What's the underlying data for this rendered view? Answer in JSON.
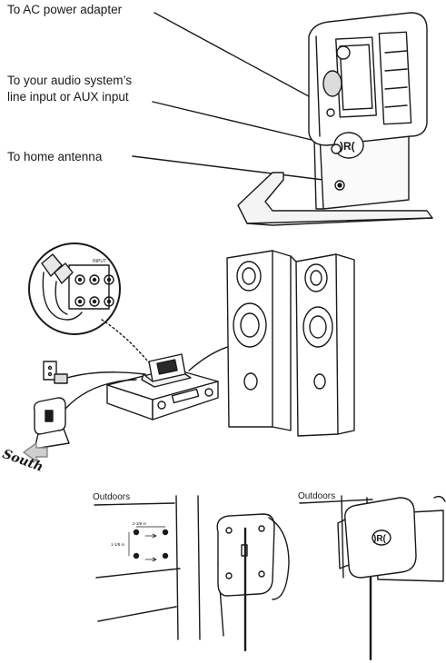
{
  "callouts": {
    "ac_power": "To AC power adapter",
    "audio_line1": "To your audio system’s",
    "audio_line2": "line input or AUX input",
    "antenna": "To home antenna"
  },
  "labels": {
    "input_panel": "INPUT",
    "south": "South",
    "outdoors_left": "Outdoors",
    "outdoors_right": "Outdoors",
    "dim_horizontal": "2-3/8 in",
    "dim_vertical": "1-1/8 in"
  }
}
